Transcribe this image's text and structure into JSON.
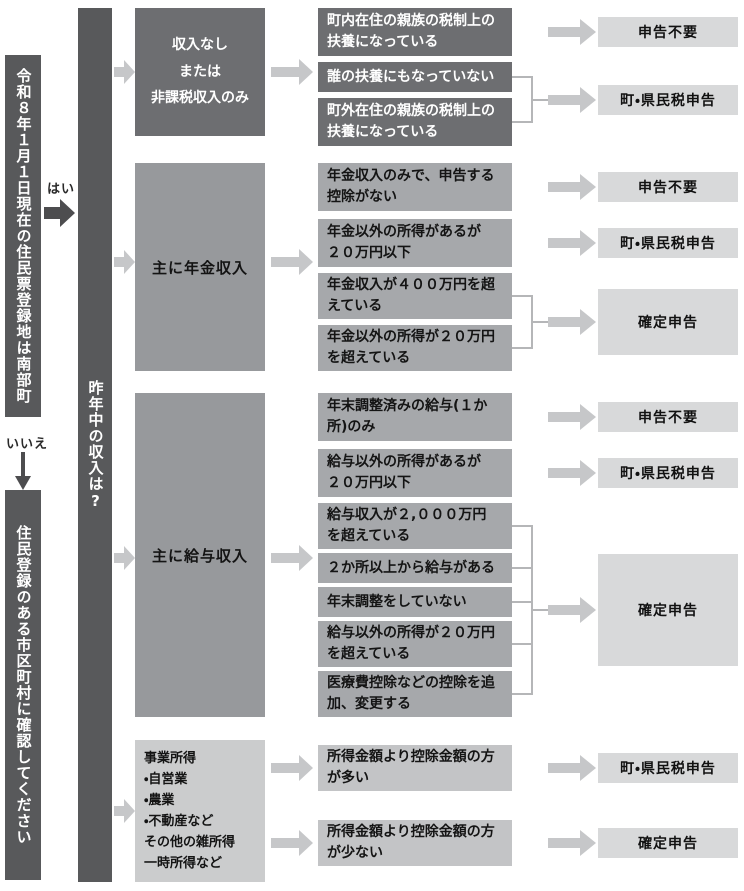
{
  "colors": {
    "bar_dark": "#58595b",
    "group1": "#6d6e71",
    "category_mid": "#97999c",
    "condition_mid": "#a6a8ab",
    "category_light": "#cbcccd",
    "condition_light": "#c3c4c6",
    "result": "#d8d9da",
    "arrow": "#c6c7c9",
    "bracket": "#b5b6b8",
    "arrow_dark": "#4d4d4f"
  },
  "flow": {
    "start": "令和８年１月１日現在の住民票登録地は南部町",
    "yes": "はい",
    "no": "いいえ",
    "fallback": "住民登録のある市区町村に確認してください",
    "question": "昨年中の収入は?"
  },
  "groups": [
    {
      "category": "収入なし\nまたは\n非課税収入のみ",
      "conditions": [
        "町内在住の親族の税制上の\n扶養になっている",
        "誰の扶養にもなっていない",
        "町外在住の親族の税制上の\n扶養になっている"
      ],
      "outcomes": [
        "申告不要",
        "町・県民税申告"
      ]
    },
    {
      "category": "主に年金収入",
      "conditions": [
        "年金収入のみで、申告する\n控除がない",
        "年金以外の所得があるが\n２０万円以下",
        "年金収入が４００万円を超\nえている",
        "年金以外の所得が２０万円\nを超えている"
      ],
      "outcomes": [
        "申告不要",
        "町・県民税申告",
        "確定申告"
      ]
    },
    {
      "category": "主に給与収入",
      "conditions": [
        "年末調整済みの給与(１か\n所)のみ",
        "給与以外の所得があるが\n２０万円以下",
        "給与収入が２,０００万円\nを超えている",
        "２か所以上から給与がある",
        "年末調整をしていない",
        "給与以外の所得が２０万円\nを超えている",
        "医療費控除などの控除を追\n加、変更する"
      ],
      "outcomes": [
        "申告不要",
        "町・県民税申告",
        "確定申告"
      ]
    },
    {
      "category": "事業所得\n・自営業\n・農業\n・不動産など\nその他の雑所得\n一時所得など",
      "conditions": [
        "所得金額より控除金額の方\nが多い",
        "所得金額より控除金額の方\nが少ない"
      ],
      "outcomes": [
        "町・県民税申告",
        "確定申告"
      ]
    }
  ]
}
